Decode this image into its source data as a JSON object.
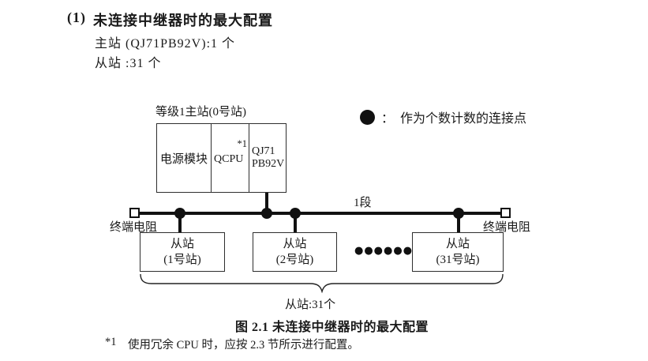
{
  "header": {
    "num": "(1)",
    "title": "未连接中继器时的最大配置",
    "line1": "主站 (QJ71PB92V):1 个",
    "line2": "从站 :31 个"
  },
  "legend": {
    "colon": "：",
    "text": "作为个数计数的连接点"
  },
  "diagram": {
    "master_label": "等级1主站(0号站)",
    "master": {
      "cell1": "电源模块",
      "cell2": "QCPU",
      "cell2_note": "*1",
      "cell3_line1": "QJ71",
      "cell3_line2": "PB92V"
    },
    "segment_label": "1段",
    "terminator_left": "终端电阻",
    "terminator_right": "终端电阻",
    "slaves": [
      {
        "name": "从站",
        "station": "(1号站)"
      },
      {
        "name": "从站",
        "station": "(2号站)"
      },
      {
        "name": "从站",
        "station": "(31号站)"
      }
    ],
    "dots": "●●●●●●",
    "brace_label": "从站:31个"
  },
  "caption": "图 2.1 未连接中继器时的最大配置",
  "footnote": {
    "ref": "*1",
    "text": "使用冗余 CPU 时，应按 2.3 节所示进行配置。"
  },
  "colors": {
    "ink": "#1a1a1a",
    "line": "#111111",
    "border": "#2e2e2e",
    "background": "#ffffff"
  }
}
